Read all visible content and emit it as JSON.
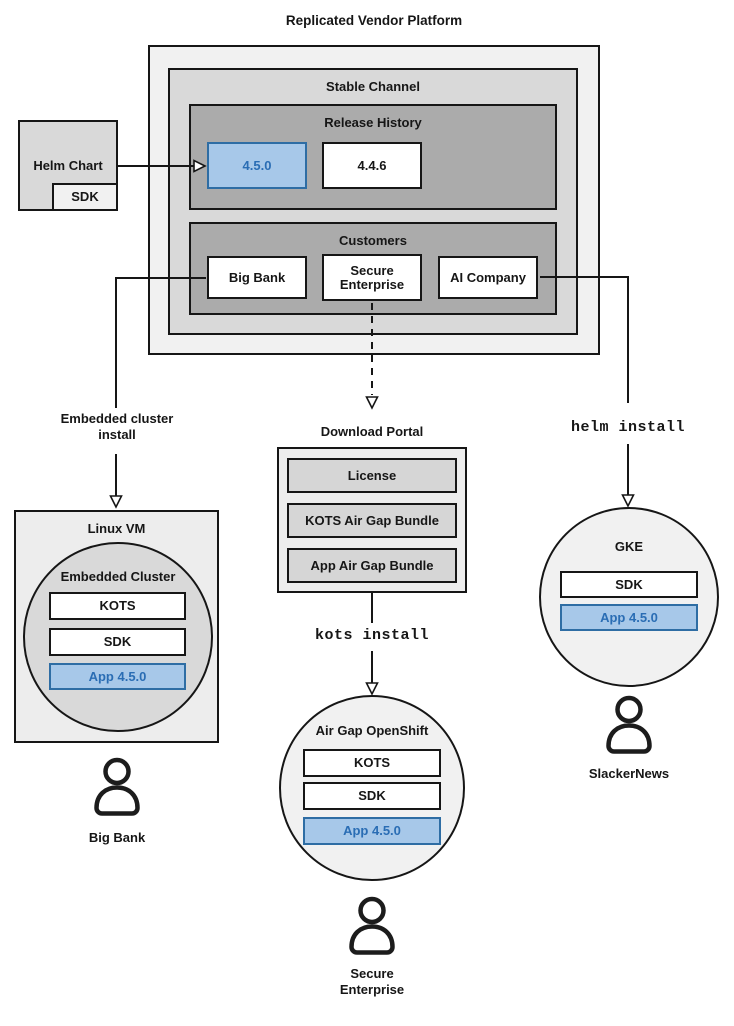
{
  "title": "Replicated Vendor Platform",
  "colors": {
    "highlight_fill": "#a7c8e9",
    "highlight_border": "#2e6da4",
    "highlight_text": "#2a6db4"
  },
  "platform": {
    "stable_channel": {
      "label": "Stable Channel",
      "release_history": {
        "label": "Release History",
        "releases": [
          "4.5.0",
          "4.4.6"
        ]
      },
      "customers": {
        "label": "Customers",
        "items": [
          "Big Bank",
          "Secure Enterprise",
          "AI Company"
        ]
      }
    }
  },
  "helm_chart": {
    "label": "Helm Chart",
    "sdk": "SDK"
  },
  "left_flow": {
    "arrow_label": "Embedded cluster install",
    "vm": "Linux VM",
    "cluster": "Embedded Cluster",
    "components": [
      "KOTS",
      "SDK",
      "App 4.5.0"
    ],
    "user": "Big Bank",
    "user_icon": "person-icon"
  },
  "middle_flow": {
    "portal": "Download Portal",
    "portal_items": [
      "License",
      "KOTS Air Gap Bundle",
      "App Air Gap Bundle"
    ],
    "command": "kots install",
    "cluster": "Air Gap OpenShift",
    "components": [
      "KOTS",
      "SDK",
      "App 4.5.0"
    ],
    "user": "Secure Enterprise",
    "user_icon": "person-icon"
  },
  "right_flow": {
    "command": "helm install",
    "cluster": "GKE",
    "components": [
      "SDK",
      "App 4.5.0"
    ],
    "user": "SlackerNews",
    "user_icon": "person-icon"
  }
}
